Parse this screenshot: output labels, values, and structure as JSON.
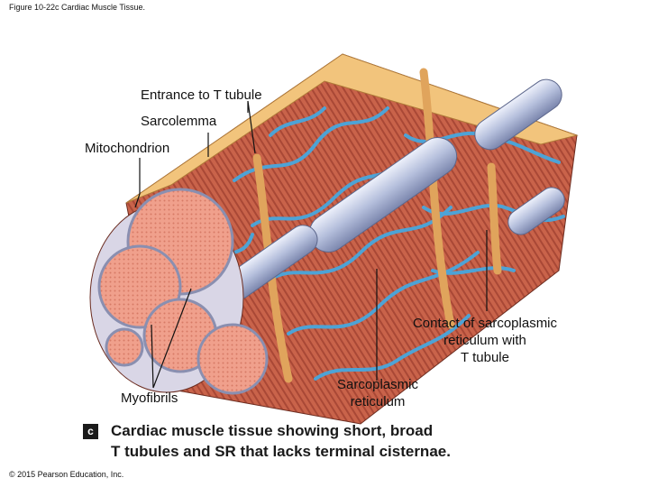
{
  "figure_title": "Figure 10-22c Cardiac Muscle Tissue.",
  "labels": {
    "entrance_t_tubule": "Entrance to T tubule",
    "sarcolemma": "Sarcolemma",
    "mitochondrion": "Mitochondrion",
    "contact_sr": [
      "Contact of sarcoplasmic",
      "reticulum with",
      "T tubule"
    ],
    "myofibrils": "Myofibrils",
    "sarcoplasmic_reticulum": [
      "Sarcoplasmic",
      "reticulum"
    ]
  },
  "caption": {
    "badge": "c",
    "lines": [
      "Cardiac muscle tissue showing short, broad",
      "T tubules and SR that lacks terminal cisternae."
    ]
  },
  "copyright": "© 2015 Pearson Education, Inc.",
  "colors": {
    "muscle": "#c9634a",
    "myofibril_face": "#f0a08c",
    "sarcoplasmic_reticulum": "#4da3d6",
    "t_tubule": "#e0a45c",
    "mitochondrion": "#aeb8d8",
    "sarcolemma_top": "#f2c47c"
  }
}
